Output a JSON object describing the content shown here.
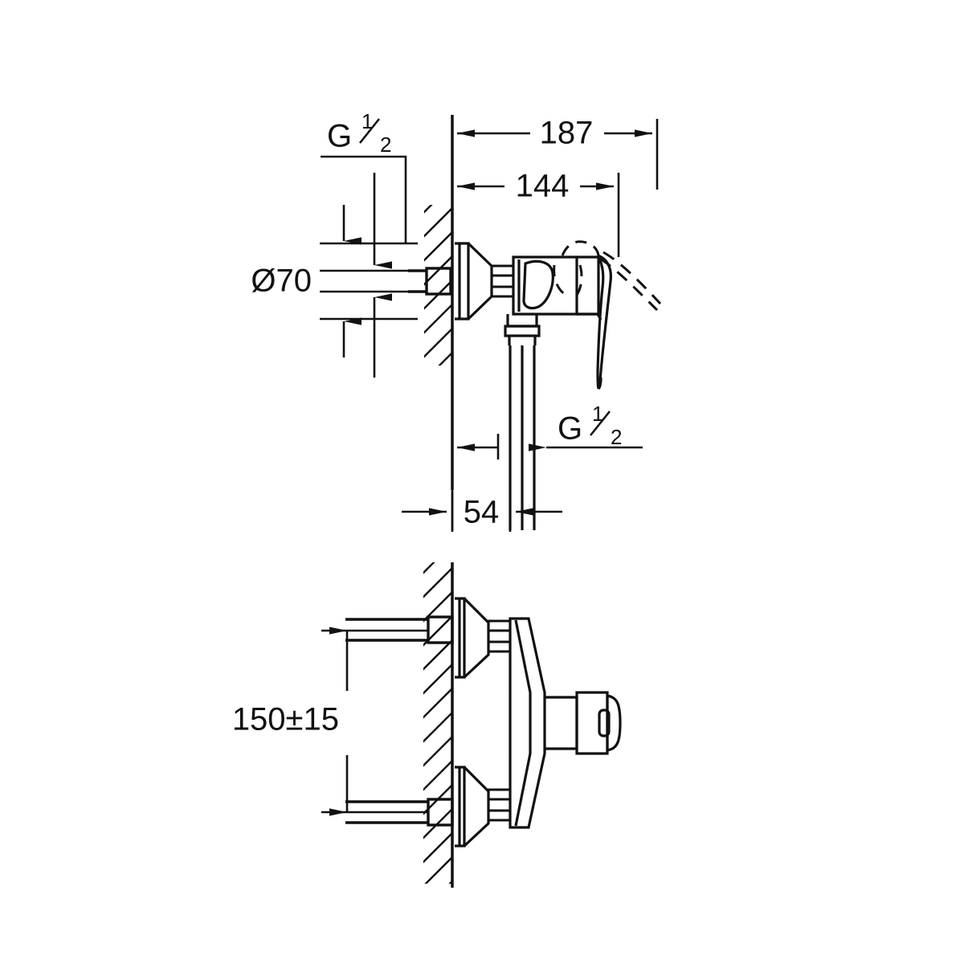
{
  "document": {
    "type": "technical-dimension-drawing",
    "subject": "Wall-mounted single-lever shower mixer",
    "background_color": "#ffffff",
    "line_color": "#111111",
    "units": "mm"
  },
  "views": {
    "upper": {
      "name": "side-elevation-view",
      "description": "Side section of shower mixer mounted on wall with lever handle and lower outlet"
    },
    "lower": {
      "name": "top-plan-view",
      "description": "Plan section showing two wall inlets spaced 150 mm apart and mixer body with outlet"
    }
  },
  "dimensions": {
    "overall_depth": {
      "label": "187",
      "name": "dim-187",
      "view": "upper",
      "orientation": "horizontal"
    },
    "body_depth": {
      "label": "144",
      "name": "dim-144",
      "view": "upper",
      "orientation": "horizontal"
    },
    "flange_diameter": {
      "label": "Ø70",
      "name": "dim-diameter-70",
      "view": "upper",
      "orientation": "vertical"
    },
    "outlet_offset": {
      "label": "54",
      "name": "dim-54",
      "view": "upper",
      "orientation": "horizontal"
    },
    "inlet_spacing": {
      "label": "150±15",
      "name": "dim-150-plus-minus-15",
      "view": "lower",
      "orientation": "vertical"
    }
  },
  "thread_callouts": [
    {
      "name": "thread-callout-inlet",
      "whole": "G",
      "numerator": "1",
      "denominator": "2",
      "view": "upper",
      "position": "top-left"
    },
    {
      "name": "thread-callout-outlet",
      "whole": "G",
      "numerator": "1",
      "denominator": "2",
      "view": "upper",
      "position": "bottom-center"
    }
  ]
}
